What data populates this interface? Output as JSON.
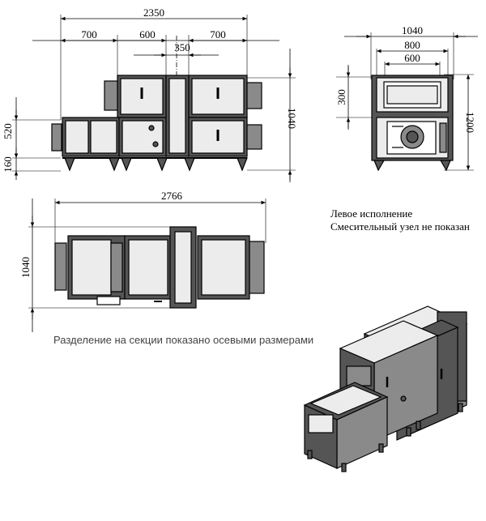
{
  "front_view": {
    "dims": {
      "overall_length": "2350",
      "section_a": "700",
      "section_b": "600",
      "section_c": "700",
      "connector": "350",
      "left_height": "520",
      "leg_height": "160",
      "right_height": "1040"
    }
  },
  "side_view": {
    "dims": {
      "overall_width": "1040",
      "frame_width": "800",
      "panel_width": "600",
      "upper_offset": "300",
      "overall_height": "1200"
    }
  },
  "top_view": {
    "dims": {
      "overall_length": "2766",
      "depth": "1040"
    }
  },
  "notes": {
    "line1": "Левое исполнение",
    "line2": "Смесительный узел не показан"
  },
  "caption": "Разделение на секции показано осевыми размерами",
  "colors": {
    "line": "#000000",
    "frame": "#555555",
    "panel": "#ececec",
    "panel_dark": "#8a8a8a",
    "caption": "#444444"
  }
}
